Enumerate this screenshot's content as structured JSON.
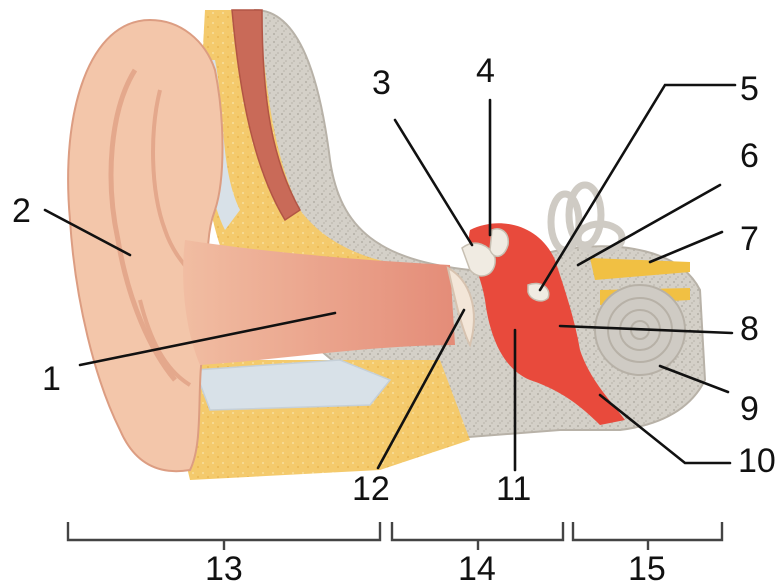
{
  "labels": {
    "l1": "1",
    "l2": "2",
    "l3": "3",
    "l4": "4",
    "l5": "5",
    "l6": "6",
    "l7": "7",
    "l8": "8",
    "l9": "9",
    "l10": "10",
    "l11": "11",
    "l12": "12"
  },
  "sections": {
    "outer": "13",
    "middle": "14",
    "inner": "15"
  },
  "colors": {
    "skin": "#f3c6aa",
    "skin_shadow": "#e8a98a",
    "canal": "#eaa68c",
    "bone": "#d6d3cc",
    "bone_speckle": "#bdb8ae",
    "fat": "#f3c96a",
    "cartilage": "#d5dde3",
    "muscle": "#c8604e",
    "cavity_red": "#e84a3c",
    "nerve": "#f1c043",
    "cochlea": "#cfcbc4",
    "eardrum": "#f3e6d8"
  }
}
